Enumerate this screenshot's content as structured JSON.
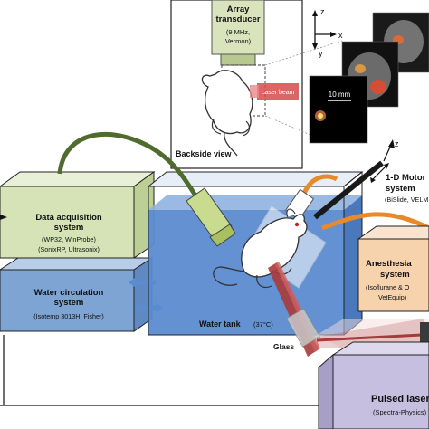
{
  "inset": {
    "transducer_title_1": "Array",
    "transducer_title_2": "transducer",
    "transducer_freq": "(9 MHz,",
    "transducer_maker": "Vermon)",
    "laser_beam": "Laser beam",
    "scale_bar": "10 mm",
    "view_label": "Backside view",
    "axes": {
      "z": "z",
      "x": "x",
      "y": "y"
    }
  },
  "daq": {
    "title_1": "Data acquisition",
    "title_2": "system",
    "detail_1": "(WP32, WinProbe)",
    "detail_2": "(SonixRP, Ultrasonix)"
  },
  "water_circ": {
    "title_1": "Water circulation",
    "title_2": "system",
    "detail_1": "(Isotemp 3013H, Fisher)"
  },
  "tank": {
    "label": "Water tank",
    "temp": "(37°C)"
  },
  "motor": {
    "axis": "z",
    "title_1": "1-D Motor",
    "title_2": "system",
    "detail": "(BiSlide, VELM"
  },
  "anesthesia": {
    "title_1": "Anesthesia",
    "title_2": "system",
    "detail_1": "(Isoflurane & O",
    "detail_2": "VetEquip)"
  },
  "glass_label": "Glass",
  "laser": {
    "title": "Pulsed laser",
    "detail": "(Spectra-Physics)"
  },
  "colors": {
    "daq_green": "#d5e3b6",
    "water_blue": "#7ea4d3",
    "tank_blue": "#5b8bd0",
    "anesthesia_orange": "#f6d2ad",
    "laser_purple": "#c7bfdf",
    "cable_green": "#4f6b2e",
    "tube_orange": "#e8892a",
    "beam_red": "#a83a3a"
  }
}
